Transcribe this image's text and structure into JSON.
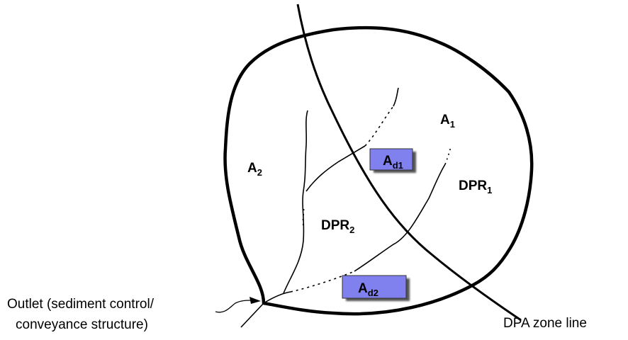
{
  "areas": {
    "a1": {
      "base": "A",
      "sub": "1"
    },
    "a2": {
      "base": "A",
      "sub": "2"
    },
    "dpr1": {
      "base": "DPR",
      "sub": "1"
    },
    "dpr2": {
      "base": "DPR",
      "sub": "2"
    },
    "ad1": {
      "base": "A",
      "sub": "d1",
      "fill": "#8080ee"
    },
    "ad2": {
      "base": "A",
      "sub": "d2",
      "fill": "#8080ee"
    }
  },
  "outlet": {
    "line1": "Outlet (sediment control/",
    "line2": "conveyance structure)"
  },
  "zone_line_label": "DPA zone line"
}
